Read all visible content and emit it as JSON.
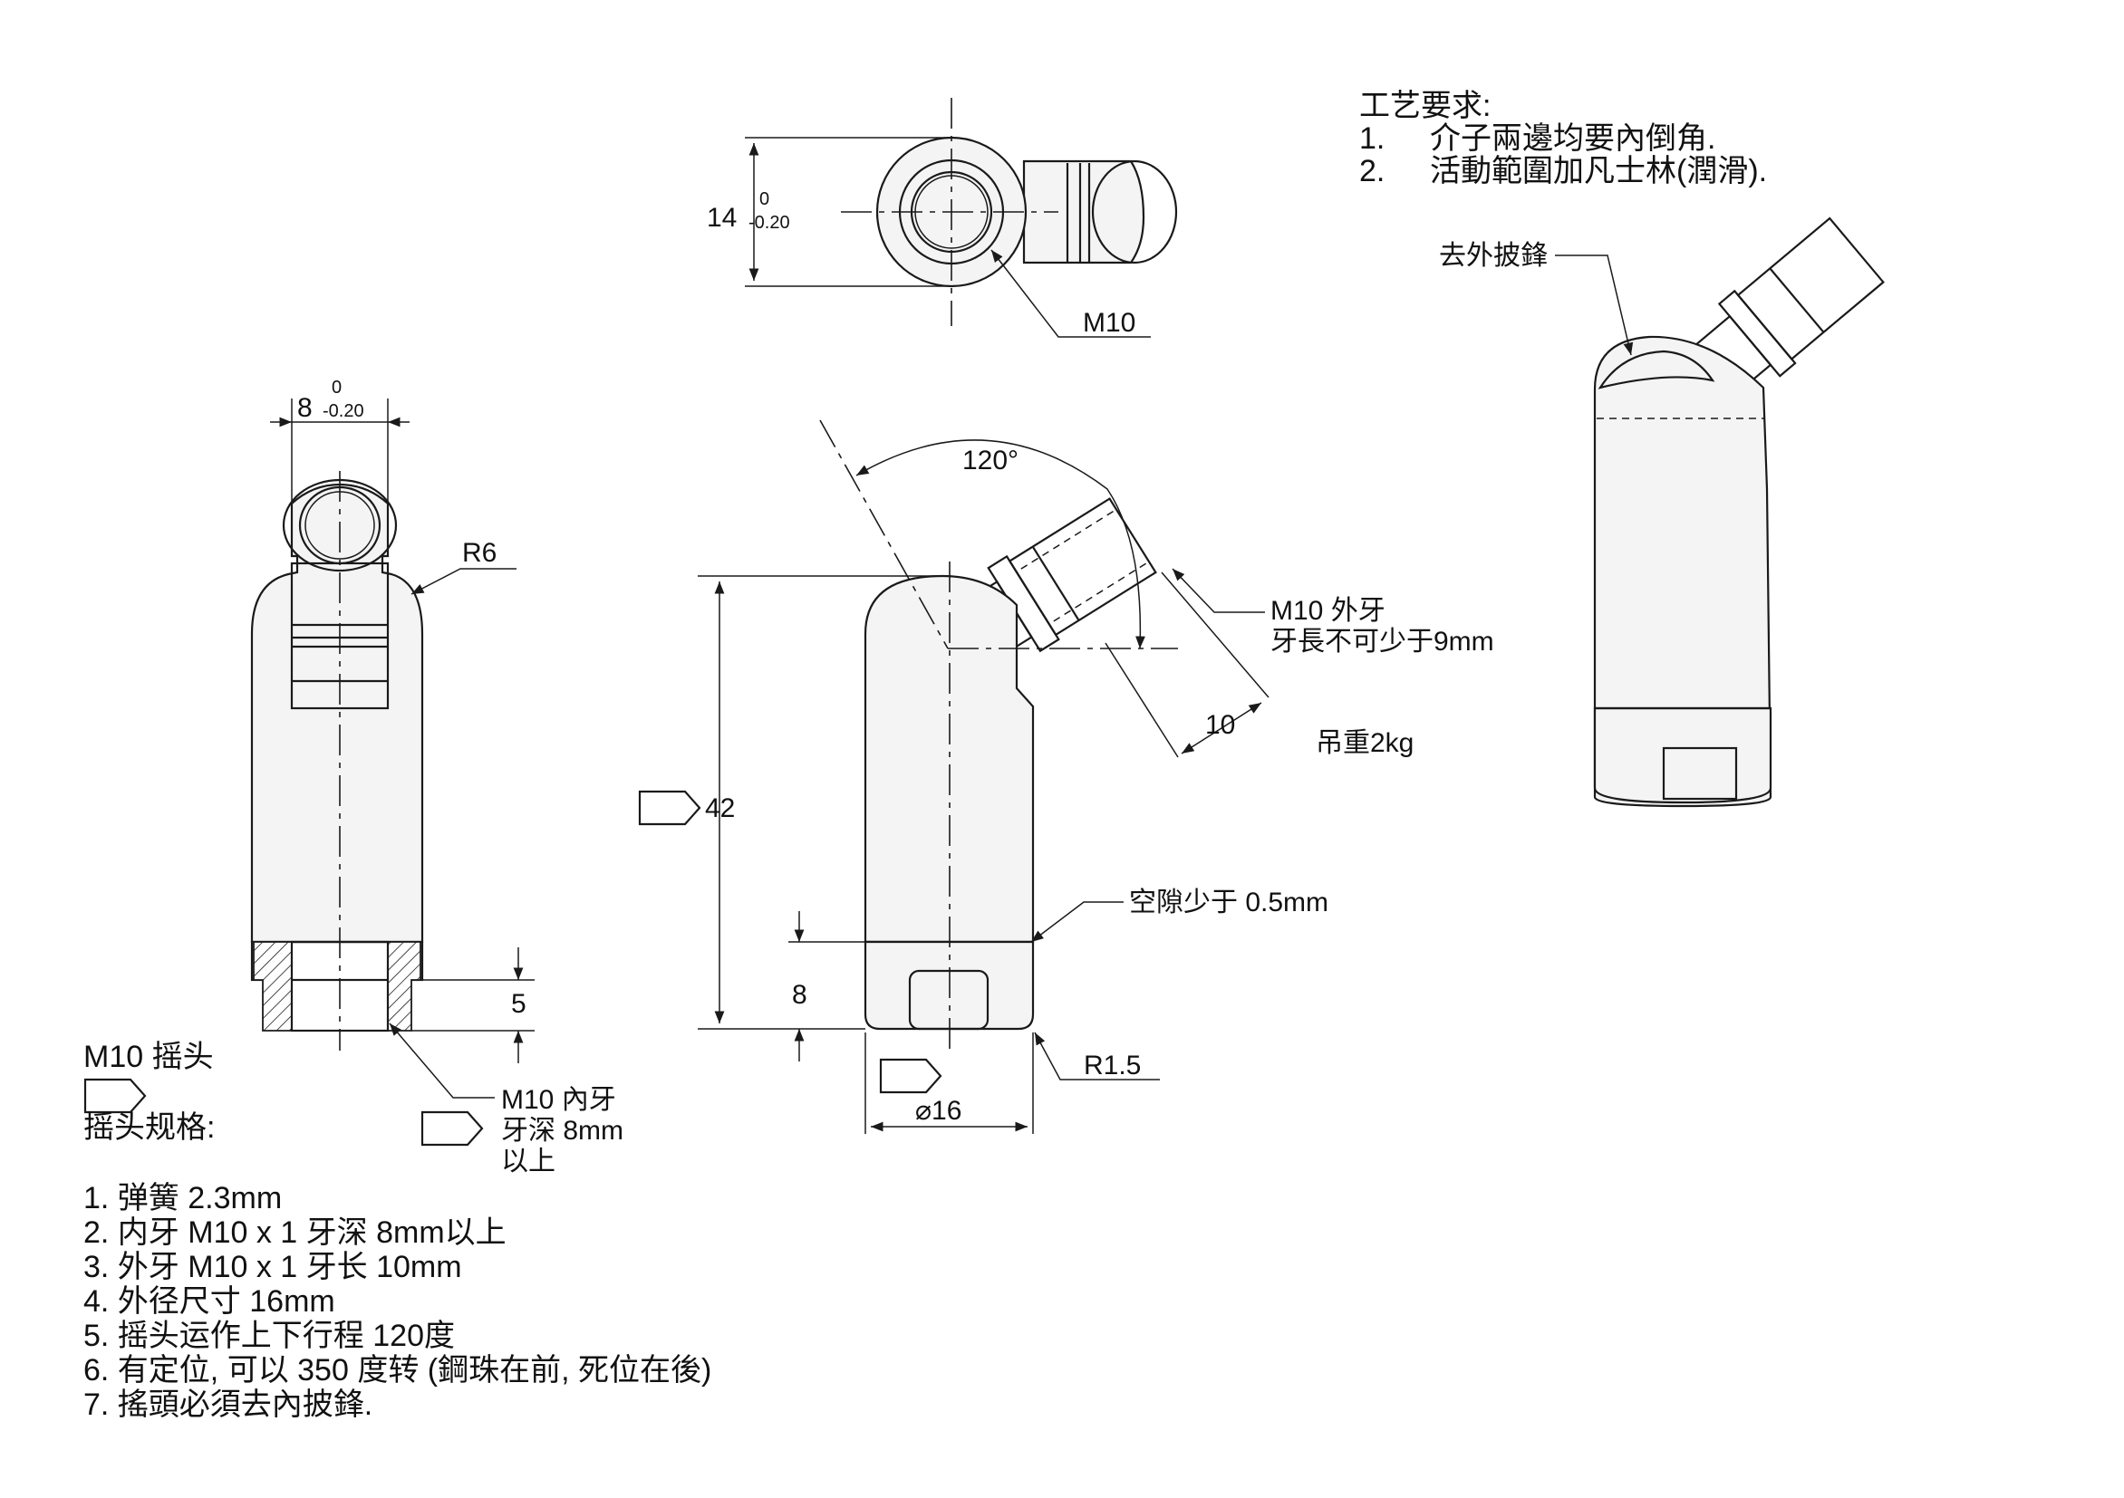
{
  "process_requirements": {
    "title": "工艺要求:",
    "items": [
      {
        "num": "1.",
        "text": "介子兩邊均要內倒角."
      },
      {
        "num": "2.",
        "text": "活動範圍加凡士林(潤滑)."
      }
    ]
  },
  "callouts": {
    "deburr_outer": "去外披鋒",
    "m10_top": "M10",
    "r6": "R6",
    "angle_120": "120°",
    "m10_external_line1": "M10 外牙",
    "m10_external_line2": "牙長不可少于9mm",
    "dim_10": "10",
    "hanging_weight": "吊重2kg",
    "dim_42": "42",
    "gap": "空隙少于 0.5mm",
    "dim_8": "8",
    "r1_5": "R1.5",
    "dia_16": "⌀16",
    "dim_5": "5",
    "m10_internal_line1": "M10 內牙",
    "m10_internal_line2": "牙深 8mm",
    "m10_internal_line3": "以上",
    "dim_14": "14",
    "tol_14_upper": "0",
    "tol_14_lower": "-0.20",
    "dim_8_top": "8",
    "tol_8_upper": "0",
    "tol_8_lower": "-0.20"
  },
  "specs": {
    "title": "M10 摇头",
    "subtitle": "摇头规格:",
    "items": [
      "1. 弹簧 2.3mm",
      "2. 内牙 M10 x 1 牙深 8mm以上",
      "3. 外牙 M10 x 1 牙长 10mm",
      "4. 外径尺寸 16mm",
      "5. 摇头运作上下行程 120度",
      "6. 有定位, 可以 350 度转 (鋼珠在前, 死位在後)",
      "7.  搖頭必須去內披鋒."
    ]
  }
}
